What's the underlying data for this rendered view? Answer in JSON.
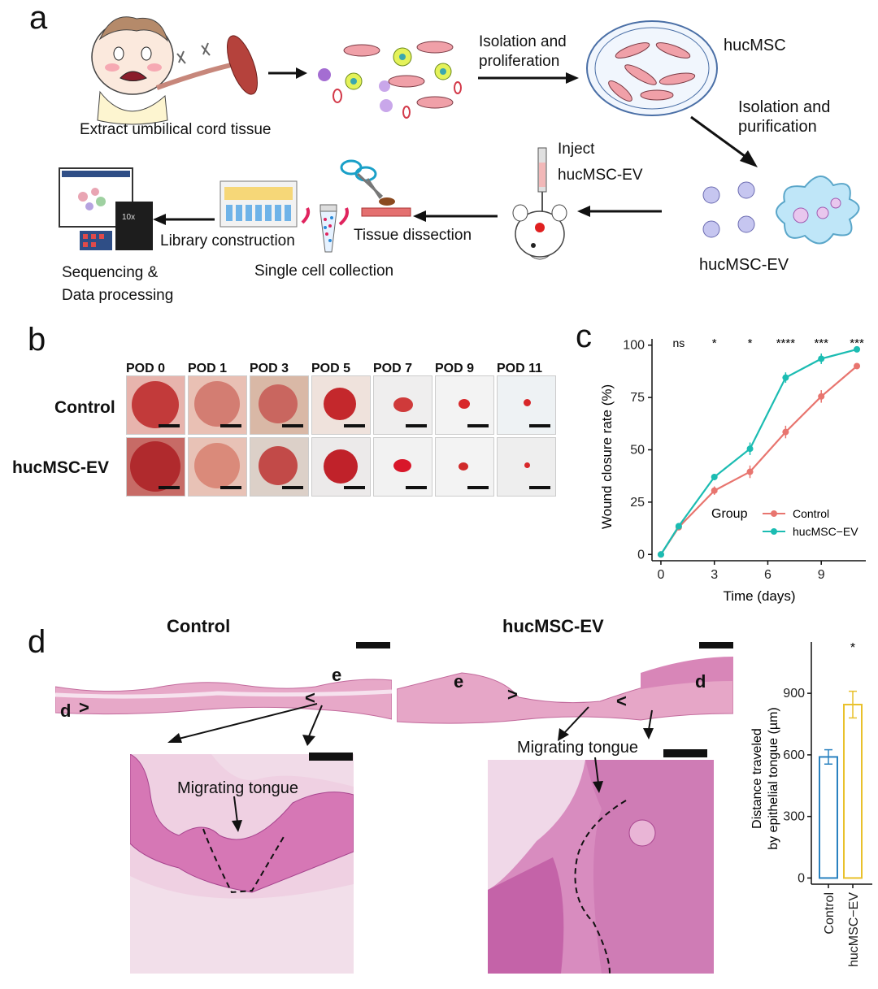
{
  "panel_a": {
    "label": "a",
    "extract": "Extract umbilical cord tissue",
    "isolation_prolif": [
      "Isolation and",
      "proliferation"
    ],
    "hucmsc": "hucMSC",
    "isolation_purif": [
      "Isolation and",
      "purification"
    ],
    "inject": [
      "Inject",
      "hucMSC-EV"
    ],
    "tissue_dissection": "Tissue dissection",
    "library_construction": "Library construction",
    "single_cell": "Single cell collection",
    "sequencing": [
      "Sequencing &",
      "Data processing"
    ],
    "hucmsc_ev": "hucMSC-EV",
    "tenx": "10x"
  },
  "panel_b": {
    "label": "b",
    "columns": [
      "POD 0",
      "POD 1",
      "POD 3",
      "POD 5",
      "POD 7",
      "POD 9",
      "POD 11"
    ],
    "rows": [
      "Control",
      "hucMSC-EV"
    ]
  },
  "panel_c": {
    "label": "c",
    "chart_data": {
      "type": "line",
      "xlabel": "Time (days)",
      "ylabel": "Wound closure rate (%)",
      "x": [
        0,
        1,
        3,
        5,
        7,
        9,
        11
      ],
      "xlim": [
        -0.5,
        11.5
      ],
      "ylim": [
        -3,
        103
      ],
      "xticks": [
        0,
        3,
        6,
        9
      ],
      "yticks": [
        0,
        25,
        50,
        75,
        100
      ],
      "legend_title": "Group",
      "legend_position": "bottom-right",
      "significance": [
        "ns",
        "*",
        "*",
        "****",
        "***",
        "***"
      ],
      "significance_x": [
        1,
        3,
        5,
        7,
        9,
        11
      ],
      "series": [
        {
          "name": "Control",
          "color": "#e8756f",
          "values": [
            0,
            13,
            30.5,
            39.5,
            58.5,
            75.5,
            90
          ],
          "err": [
            0.5,
            1.5,
            2,
            3,
            3,
            3,
            1
          ]
        },
        {
          "name": "hucMSC−EV",
          "color": "#1bbcb2",
          "values": [
            0,
            13.5,
            37,
            50.5,
            84.5,
            93.5,
            98
          ],
          "err": [
            0.5,
            1.5,
            1.5,
            3,
            2.5,
            2.5,
            1
          ]
        }
      ]
    }
  },
  "panel_d": {
    "label": "d",
    "control_title": "Control",
    "ev_title": "hucMSC-EV",
    "migrating_tongue": "Migrating tongue",
    "marker_d": "d",
    "marker_e": "e",
    "chart_data": {
      "type": "bar",
      "categories": [
        "Control",
        "hucMSC−EV"
      ],
      "values": [
        590,
        845
      ],
      "err": [
        35,
        65
      ],
      "ylabel": "Distance traveled by epithelial tongue (µm)",
      "ylabel_lines": [
        "Distance traveled",
        "by epithelial tongue (µm)"
      ],
      "ylim": [
        -30,
        1150
      ],
      "yticks": [
        0,
        300,
        600,
        900
      ],
      "significance": "*",
      "colors": [
        "#2a82c0",
        "#e9c12b"
      ]
    }
  }
}
